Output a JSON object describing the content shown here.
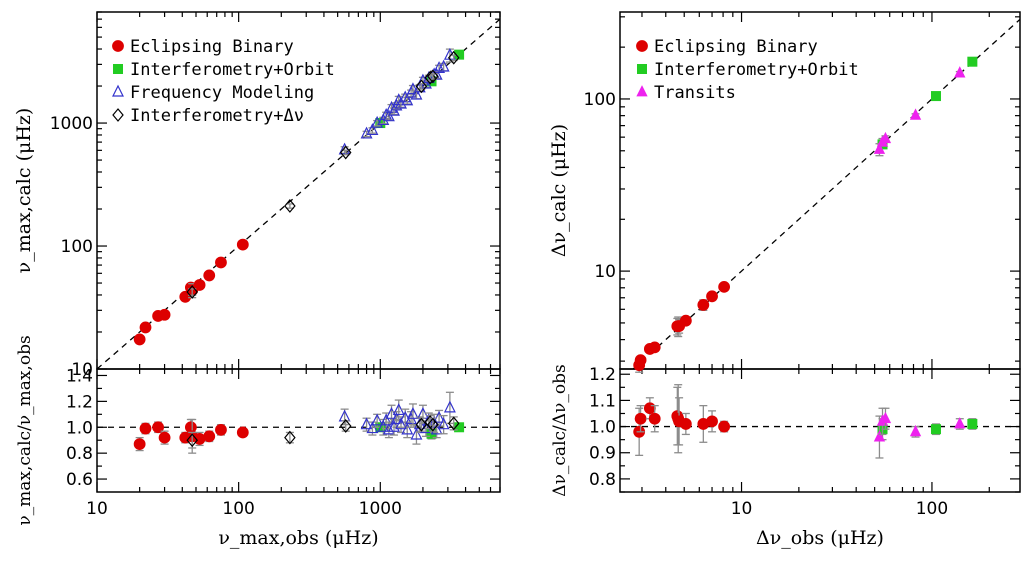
{
  "colors": {
    "eb": "#dd0000",
    "interferometry_orbit": "#22cc22",
    "frequency_modeling": "#3333cc",
    "interferometry_dnu": "#000000",
    "transits": "#ee22ee",
    "errorbar": "#8c8c8c",
    "diagonal": "#000000"
  },
  "chart_data": [
    {
      "type": "scatter",
      "panel": "left",
      "xscale": "log",
      "yscale": "log",
      "xlabel": "ν_max,obs (μHz)",
      "ylabel": "ν_max,calc (μHz)",
      "resid_ylabel": "ν_max,calc/ν_max,obs",
      "xlim": [
        10,
        7000
      ],
      "ylim": [
        10,
        8000
      ],
      "resid_ylim": [
        0.5,
        1.45
      ],
      "x_tick_labels": [
        "10",
        "100",
        "1000"
      ],
      "y_tick_labels": [
        "10",
        "100",
        "1000"
      ],
      "resid_tick_labels": [
        "0.6",
        "0.8",
        "1.0",
        "1.2",
        "1.4"
      ],
      "legend_position": "top-left",
      "legend": [
        {
          "name": "Eclipsing Binary",
          "marker": "circle",
          "color_key": "eb"
        },
        {
          "name": "Interferometry+Orbit",
          "marker": "square",
          "color_key": "interferometry_orbit"
        },
        {
          "name": "Frequency Modeling",
          "marker": "open-triangle",
          "color_key": "frequency_modeling"
        },
        {
          "name": "Interferometry+Δν",
          "marker": "open-diamond",
          "color_key": "interferometry_dnu"
        }
      ],
      "series": [
        {
          "name": "Eclipsing Binary",
          "marker": "circle",
          "color_key": "eb",
          "x": [
            20,
            22,
            27,
            30,
            42,
            46,
            47,
            53,
            62,
            75,
            107
          ],
          "ratio": [
            0.87,
            0.99,
            1.0,
            0.92,
            0.92,
            1.0,
            0.93,
            0.91,
            0.93,
            0.98,
            0.96
          ],
          "ratio_err": [
            0.05,
            0.04,
            0.04,
            0.05,
            0.04,
            0.06,
            0.13,
            0.05,
            0.04,
            0.04,
            0.03
          ]
        },
        {
          "name": "Interferometry+Orbit",
          "marker": "square",
          "color_key": "interferometry_orbit",
          "x": [
            1000,
            2300,
            3600
          ],
          "ratio": [
            1.0,
            0.95,
            1.0
          ],
          "ratio_err": [
            0.03,
            0.04,
            0.03
          ]
        },
        {
          "name": "Frequency Modeling",
          "marker": "open-triangle",
          "color_key": "frequency_modeling",
          "x": [
            560,
            800,
            880,
            950,
            1050,
            1100,
            1150,
            1200,
            1250,
            1300,
            1350,
            1400,
            1500,
            1550,
            1650,
            1700,
            1800,
            1900,
            2000,
            2100,
            2200,
            2400,
            2500,
            2600,
            2800,
            3100
          ],
          "ratio": [
            1.08,
            1.02,
            0.99,
            1.05,
            1.0,
            1.05,
            0.98,
            1.1,
            1.0,
            1.06,
            1.13,
            1.02,
            1.07,
            0.98,
            1.06,
            1.1,
            0.94,
            1.02,
            1.1,
            0.99,
            1.05,
            1.03,
            0.98,
            1.07,
            1.02,
            1.15
          ],
          "ratio_err": [
            0.06,
            0.05,
            0.05,
            0.05,
            0.06,
            0.06,
            0.06,
            0.07,
            0.06,
            0.06,
            0.08,
            0.06,
            0.07,
            0.06,
            0.06,
            0.08,
            0.07,
            0.06,
            0.07,
            0.06,
            0.06,
            0.07,
            0.06,
            0.06,
            0.07,
            0.12
          ]
        },
        {
          "name": "Interferometry+Δν",
          "marker": "open-diamond",
          "color_key": "interferometry_dnu",
          "x": [
            47,
            230,
            570,
            1950,
            2250,
            2350,
            3300
          ],
          "ratio": [
            0.9,
            0.92,
            1.01,
            1.02,
            1.04,
            1.02,
            1.03
          ],
          "ratio_err": [
            0.06,
            0.04,
            0.04,
            0.05,
            0.05,
            0.05,
            0.05
          ]
        }
      ]
    },
    {
      "type": "scatter",
      "panel": "right",
      "xscale": "log",
      "yscale": "log",
      "xlabel": "Δν_obs (μHz)",
      "ylabel": "Δν_calc (μHz)",
      "resid_ylabel": "Δν_calc/Δν_obs",
      "xlim": [
        2.3,
        290
      ],
      "ylim": [
        2.7,
        320
      ],
      "resid_ylim": [
        0.75,
        1.22
      ],
      "x_tick_labels": [
        "10",
        "100"
      ],
      "y_tick_labels": [
        "10",
        "100"
      ],
      "resid_tick_labels": [
        "0.8",
        "0.9",
        "1.0",
        "1.1",
        "1.2"
      ],
      "legend_position": "top-left",
      "legend": [
        {
          "name": "Eclipsing Binary",
          "marker": "circle",
          "color_key": "eb"
        },
        {
          "name": "Interferometry+Orbit",
          "marker": "square",
          "color_key": "interferometry_orbit"
        },
        {
          "name": "Transits",
          "marker": "filled-triangle",
          "color_key": "transits"
        }
      ],
      "series": [
        {
          "name": "Eclipsing Binary",
          "marker": "circle",
          "color_key": "eb",
          "x": [
            2.9,
            2.95,
            3.3,
            3.5,
            4.6,
            4.65,
            4.7,
            5.1,
            6.3,
            7.0,
            8.1
          ],
          "ratio": [
            0.98,
            1.03,
            1.07,
            1.03,
            1.04,
            1.03,
            1.02,
            1.01,
            1.01,
            1.02,
            1.0
          ],
          "ratio_err": [
            0.09,
            0.05,
            0.04,
            0.05,
            0.11,
            0.13,
            0.09,
            0.04,
            0.07,
            0.04,
            0.02
          ]
        },
        {
          "name": "Interferometry+Orbit",
          "marker": "square",
          "color_key": "interferometry_orbit",
          "x": [
            55,
            105,
            163
          ],
          "ratio": [
            0.99,
            0.99,
            1.01
          ],
          "ratio_err": [
            0.04,
            0.02,
            0.02
          ]
        },
        {
          "name": "Transits",
          "marker": "filled-triangle",
          "color_key": "transits",
          "x": [
            53,
            55,
            57,
            82,
            140
          ],
          "ratio": [
            0.96,
            1.02,
            1.03,
            0.98,
            1.01
          ],
          "ratio_err": [
            0.08,
            0.05,
            0.04,
            0.02,
            0.02
          ]
        }
      ]
    }
  ]
}
